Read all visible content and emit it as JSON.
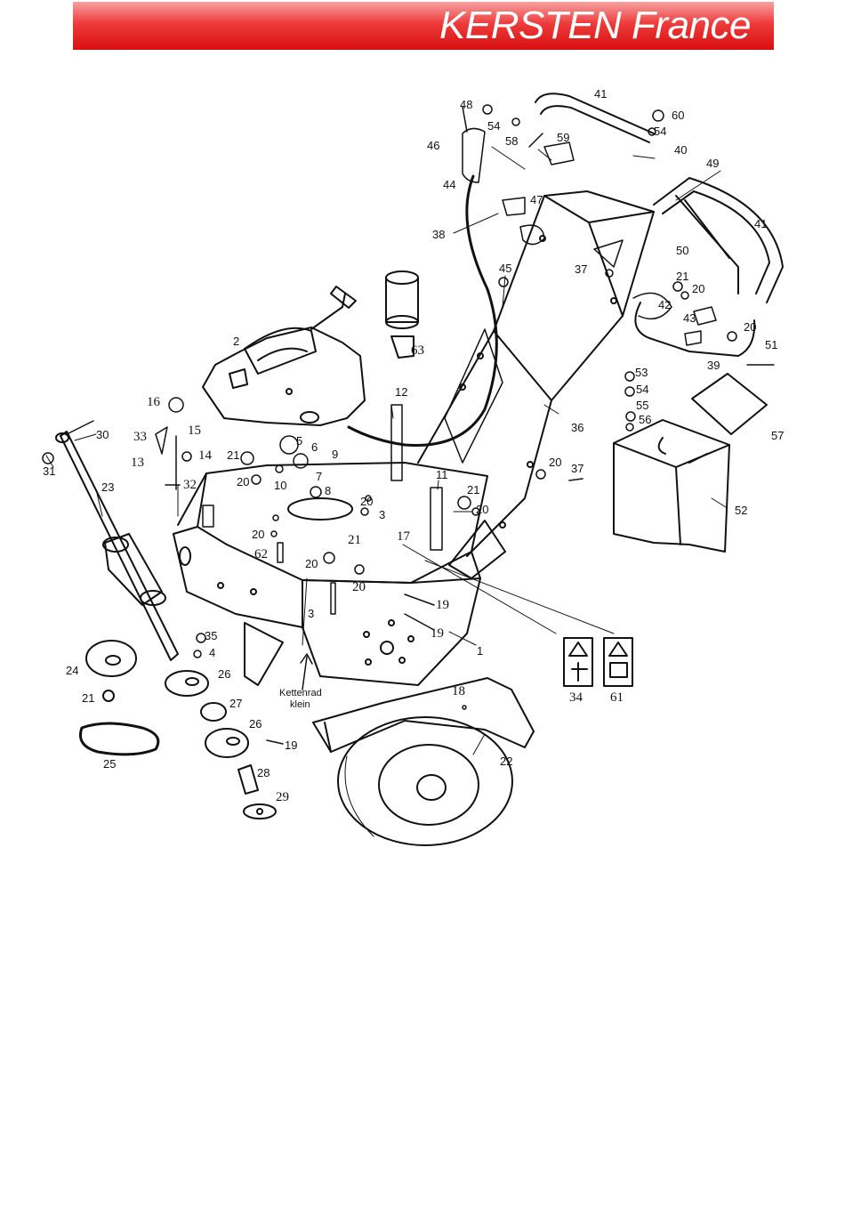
{
  "header": {
    "title": "KERSTEN France",
    "background": "#e52121"
  },
  "diagram": {
    "note": "Kettenrad klein",
    "labels": [
      {
        "id": "p1",
        "text": "1"
      },
      {
        "id": "p2",
        "text": "2"
      },
      {
        "id": "p3a",
        "text": "3"
      },
      {
        "id": "p3b",
        "text": "3"
      },
      {
        "id": "p4",
        "text": "4"
      },
      {
        "id": "p5",
        "text": "5"
      },
      {
        "id": "p6",
        "text": "6"
      },
      {
        "id": "p7",
        "text": "7"
      },
      {
        "id": "p8",
        "text": "8"
      },
      {
        "id": "p9",
        "text": "9"
      },
      {
        "id": "p10",
        "text": "10"
      },
      {
        "id": "p11",
        "text": "11"
      },
      {
        "id": "p12",
        "text": "12"
      },
      {
        "id": "p13",
        "text": "13"
      },
      {
        "id": "p14",
        "text": "14"
      },
      {
        "id": "p15",
        "text": "15"
      },
      {
        "id": "p16",
        "text": "16"
      },
      {
        "id": "p17",
        "text": "17"
      },
      {
        "id": "p18",
        "text": "18"
      },
      {
        "id": "p19a",
        "text": "19"
      },
      {
        "id": "p19b",
        "text": "19"
      },
      {
        "id": "p19c",
        "text": "19"
      },
      {
        "id": "p20a",
        "text": "20"
      },
      {
        "id": "p20b",
        "text": "20"
      },
      {
        "id": "p20c",
        "text": "20"
      },
      {
        "id": "p20d",
        "text": "20"
      },
      {
        "id": "p20e",
        "text": "20"
      },
      {
        "id": "p20f",
        "text": "20"
      },
      {
        "id": "p20g",
        "text": "20"
      },
      {
        "id": "p20h",
        "text": "20"
      },
      {
        "id": "p20i",
        "text": "20"
      },
      {
        "id": "p21a",
        "text": "21"
      },
      {
        "id": "p21b",
        "text": "21"
      },
      {
        "id": "p21c",
        "text": "21"
      },
      {
        "id": "p21d",
        "text": "21"
      },
      {
        "id": "p21e",
        "text": "21"
      },
      {
        "id": "p22",
        "text": "22"
      },
      {
        "id": "p23",
        "text": "23"
      },
      {
        "id": "p24",
        "text": "24"
      },
      {
        "id": "p25",
        "text": "25"
      },
      {
        "id": "p26a",
        "text": "26"
      },
      {
        "id": "p26b",
        "text": "26"
      },
      {
        "id": "p27",
        "text": "27"
      },
      {
        "id": "p28",
        "text": "28"
      },
      {
        "id": "p29",
        "text": "29"
      },
      {
        "id": "p30",
        "text": "30"
      },
      {
        "id": "p31",
        "text": "31"
      },
      {
        "id": "p32",
        "text": "32"
      },
      {
        "id": "p33",
        "text": "33"
      },
      {
        "id": "p34",
        "text": "34"
      },
      {
        "id": "p35",
        "text": "35"
      },
      {
        "id": "p36",
        "text": "36"
      },
      {
        "id": "p37a",
        "text": "37"
      },
      {
        "id": "p37b",
        "text": "37"
      },
      {
        "id": "p38",
        "text": "38"
      },
      {
        "id": "p39",
        "text": "39"
      },
      {
        "id": "p40",
        "text": "40"
      },
      {
        "id": "p41a",
        "text": "41"
      },
      {
        "id": "p41b",
        "text": "41"
      },
      {
        "id": "p42",
        "text": "42"
      },
      {
        "id": "p43",
        "text": "43"
      },
      {
        "id": "p44",
        "text": "44"
      },
      {
        "id": "p45",
        "text": "45"
      },
      {
        "id": "p46",
        "text": "46"
      },
      {
        "id": "p47",
        "text": "47"
      },
      {
        "id": "p48",
        "text": "48"
      },
      {
        "id": "p49",
        "text": "49"
      },
      {
        "id": "p50",
        "text": "50"
      },
      {
        "id": "p51",
        "text": "51"
      },
      {
        "id": "p52",
        "text": "52"
      },
      {
        "id": "p53",
        "text": "53"
      },
      {
        "id": "p54a",
        "text": "54"
      },
      {
        "id": "p54b",
        "text": "54"
      },
      {
        "id": "p54c",
        "text": "54"
      },
      {
        "id": "p55",
        "text": "55"
      },
      {
        "id": "p56",
        "text": "56"
      },
      {
        "id": "p57",
        "text": "57"
      },
      {
        "id": "p58",
        "text": "58"
      },
      {
        "id": "p59",
        "text": "59"
      },
      {
        "id": "p60",
        "text": "60"
      },
      {
        "id": "p61",
        "text": "61"
      },
      {
        "id": "p62",
        "text": "62"
      },
      {
        "id": "p63",
        "text": "63"
      }
    ]
  }
}
